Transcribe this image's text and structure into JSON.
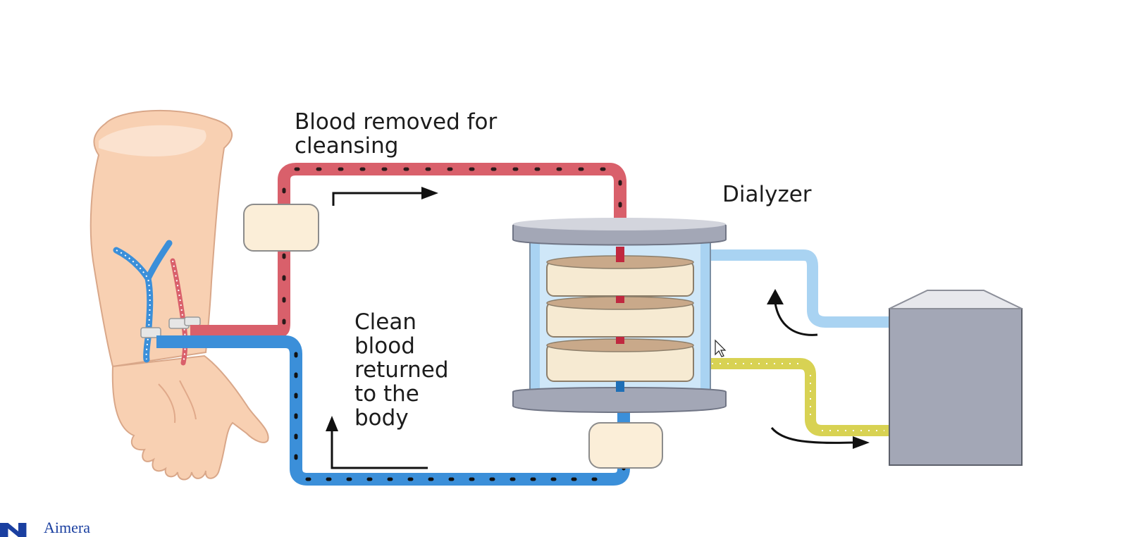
{
  "labels": {
    "blood_removed_line1": "Blood removed for",
    "blood_removed_line2": "cleansing",
    "dialyzer": "Dialyzer",
    "clean_line1": "Clean",
    "clean_line2": "blood",
    "clean_line3": "returned",
    "clean_line4": "to the",
    "clean_line5": "body"
  },
  "logo": {
    "text": "Aimera"
  },
  "colors": {
    "artery_red": "#d9606b",
    "vein_blue": "#3b8fd9",
    "dialysate_in_blue": "#a9d3f2",
    "dialysate_out_yellow": "#d8d253",
    "skin": "#f9d3b5",
    "pump": "#fbeed8",
    "machine_gray": "#a3a7b6",
    "logo_blue": "#1a3fa0"
  }
}
